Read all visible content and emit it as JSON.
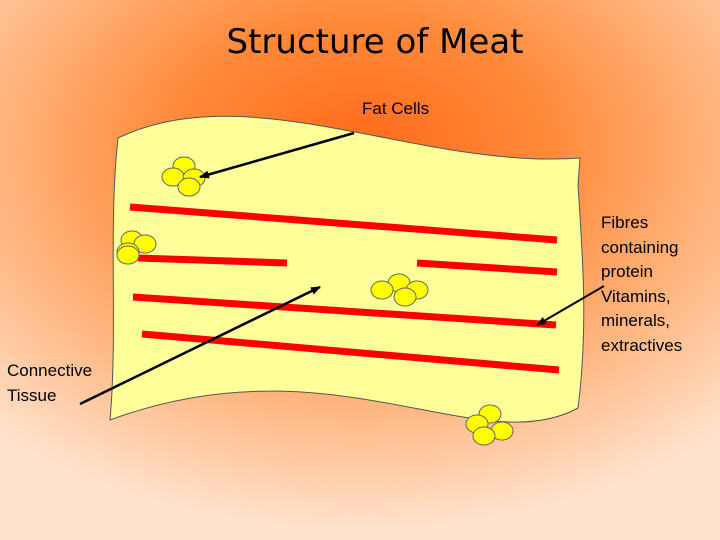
{
  "slide": {
    "title": "Structure of Meat"
  },
  "labels": {
    "fat_cells": "Fat Cells",
    "fibres": [
      "Fibres",
      "containing",
      "protein",
      "Vitamins,",
      "minerals,",
      "extractives"
    ],
    "connective_tissue": [
      "Connective",
      "Tissue"
    ]
  },
  "colors": {
    "background": "#ff7a2a",
    "meat_sheet": "#ffff99",
    "fibre": "#ff0000",
    "fat_cell": "#ffff00",
    "arrow": "#000000"
  }
}
